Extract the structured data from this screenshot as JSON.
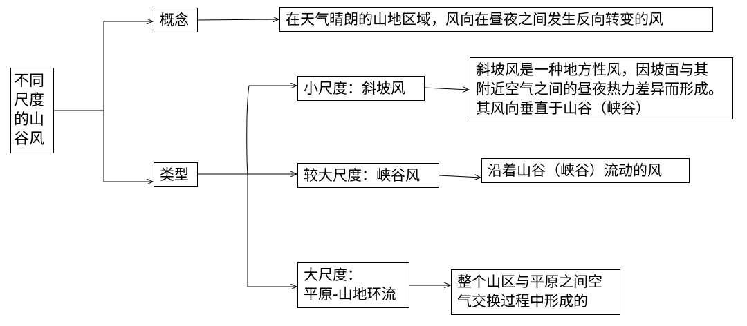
{
  "root": {
    "lines": [
      "不同",
      "尺度",
      "的山",
      "谷风"
    ]
  },
  "concept": {
    "label": "概念",
    "definition": "在天气晴朗的山地区域，风向在昼夜之间发生反向转变的风"
  },
  "types": {
    "label": "类型",
    "small": {
      "label": "小尺度：斜坡风",
      "description": [
        "斜坡风是一种地方性风，因坡面与其",
        "附近空气之间的昼夜热力差异而形成。",
        "其风向垂直于山谷（峡谷）"
      ]
    },
    "medium": {
      "label": "较大尺度：峡谷风",
      "description": "沿着山谷（峡谷）流动的风"
    },
    "large": {
      "label_lines": [
        "大尺度：",
        "平原-山地环流"
      ],
      "description": [
        "整个山区与平原之间空",
        "气交换过程中形成的"
      ]
    }
  }
}
